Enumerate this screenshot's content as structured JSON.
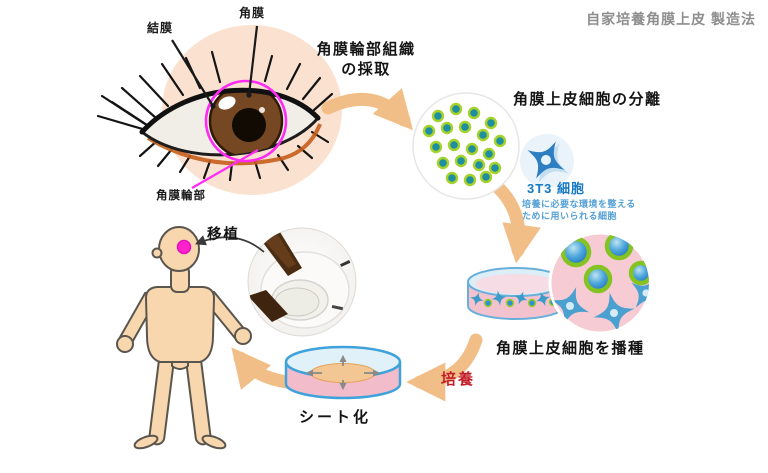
{
  "title": "自家培養角膜上皮 製造法",
  "eye_labels": {
    "conjunctiva": "結膜",
    "cornea": "角膜",
    "limbus": "角膜輪部"
  },
  "steps": {
    "harvest_line1": "角膜輪部組織",
    "harvest_line2": "の採取",
    "separation": "角膜上皮細胞の分離",
    "seeding": "角膜上皮細胞を播種",
    "culture": "培養",
    "sheet": "シート化",
    "transplant": "移植"
  },
  "t3": {
    "name": "3T3 細胞",
    "desc_line1": "培養に必要な環境を整える",
    "desc_line2": "ために用いられる細胞"
  },
  "colors": {
    "flow_arrow": "#F2BE87",
    "accent_magenta": "#FF2BF2",
    "culture_red": "#C21E2A",
    "t3_blue": "#1779C4",
    "cell_teal": "#1E8FA0",
    "cell_ring_green": "#A6D22B",
    "dish_blue": "#3FA2DB",
    "media_pink": "#F2BCCB",
    "skin": "#F8D7AE"
  }
}
